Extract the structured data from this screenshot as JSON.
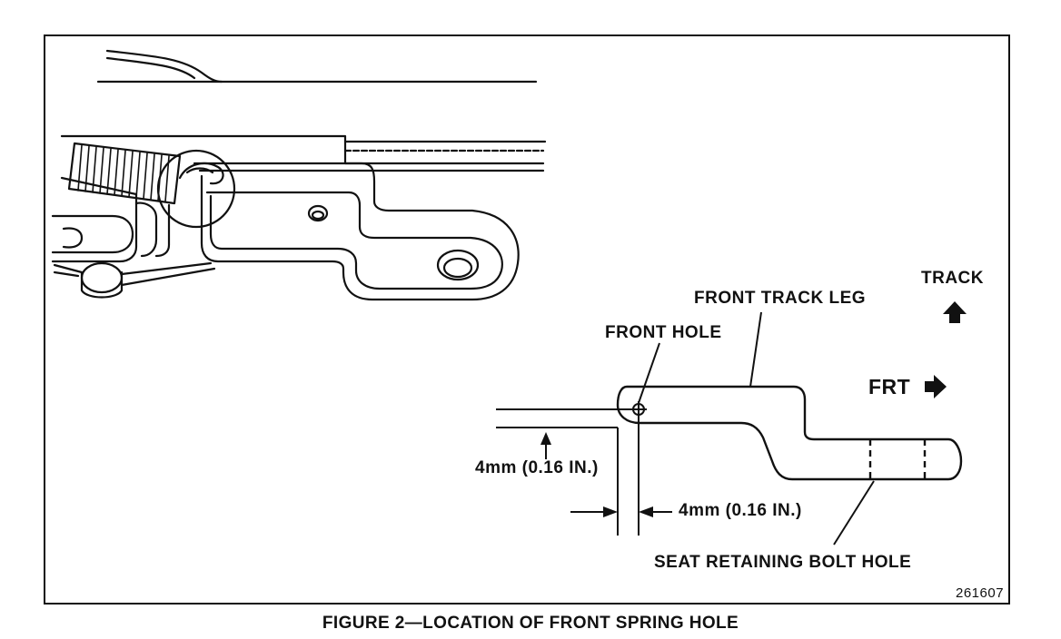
{
  "labels": {
    "track": "TRACK",
    "front_track_leg": "FRONT TRACK LEG",
    "front_hole": "FRONT HOLE",
    "frt": "FRT",
    "dim_vertical": "4mm (0.16 IN.)",
    "dim_horizontal": "4mm (0.16 IN.)",
    "seat_retaining_bolt_hole": "SEAT RETAINING BOLT HOLE",
    "figure_number": "261607"
  },
  "caption": "FIGURE 2—LOCATION OF FRONT SPRING HOLE"
}
